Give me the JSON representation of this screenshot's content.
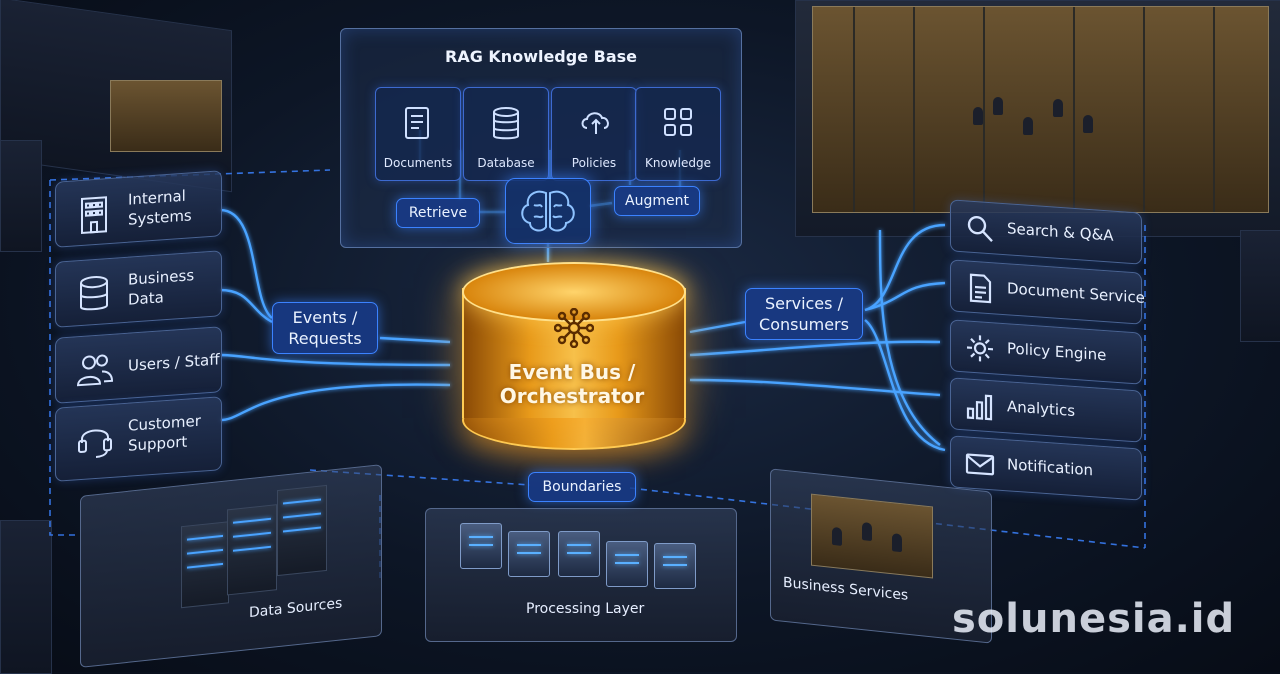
{
  "rag": {
    "title": "RAG Knowledge Base",
    "tiles": [
      {
        "label": "Documents",
        "icon": "document-icon"
      },
      {
        "label": "Database",
        "icon": "database-icon"
      },
      {
        "label": "Policies",
        "icon": "cloud-upload-icon"
      },
      {
        "label": "Knowledge",
        "icon": "grid-icon"
      }
    ],
    "retrieve": "Retrieve",
    "augment": "Augment"
  },
  "sources": [
    {
      "line1": "Internal",
      "line2": "Systems",
      "icon": "building-icon"
    },
    {
      "line1": "Business",
      "line2": "Data",
      "icon": "database-icon"
    },
    {
      "line1": "Users / Staff",
      "line2": "",
      "icon": "users-icon"
    },
    {
      "line1": "Customer",
      "line2": "Support",
      "icon": "headset-icon"
    }
  ],
  "events": {
    "line1": "Events /",
    "line2": "Requests"
  },
  "bus": {
    "line1": "Event Bus /",
    "line2": "Orchestrator",
    "icon": "network-hub-icon"
  },
  "consumers": {
    "line1": "Services /",
    "line2": "Consumers"
  },
  "services": [
    {
      "label": "Search & Q&A",
      "icon": "search-icon"
    },
    {
      "label": "Document Service",
      "icon": "document-icon"
    },
    {
      "label": "Policy Engine",
      "icon": "gear-icon"
    },
    {
      "label": "Analytics",
      "icon": "bar-chart-icon"
    },
    {
      "label": "Notification",
      "icon": "mail-icon"
    }
  ],
  "boundaries": "Boundaries",
  "zones": {
    "data_sources": "Data Sources",
    "processing": "Processing Layer",
    "business": "Business Services"
  },
  "watermark": "solunesia.id",
  "colors": {
    "accent": "#3b82ff",
    "bus": "#f0a020",
    "bg": "#0d1626"
  }
}
